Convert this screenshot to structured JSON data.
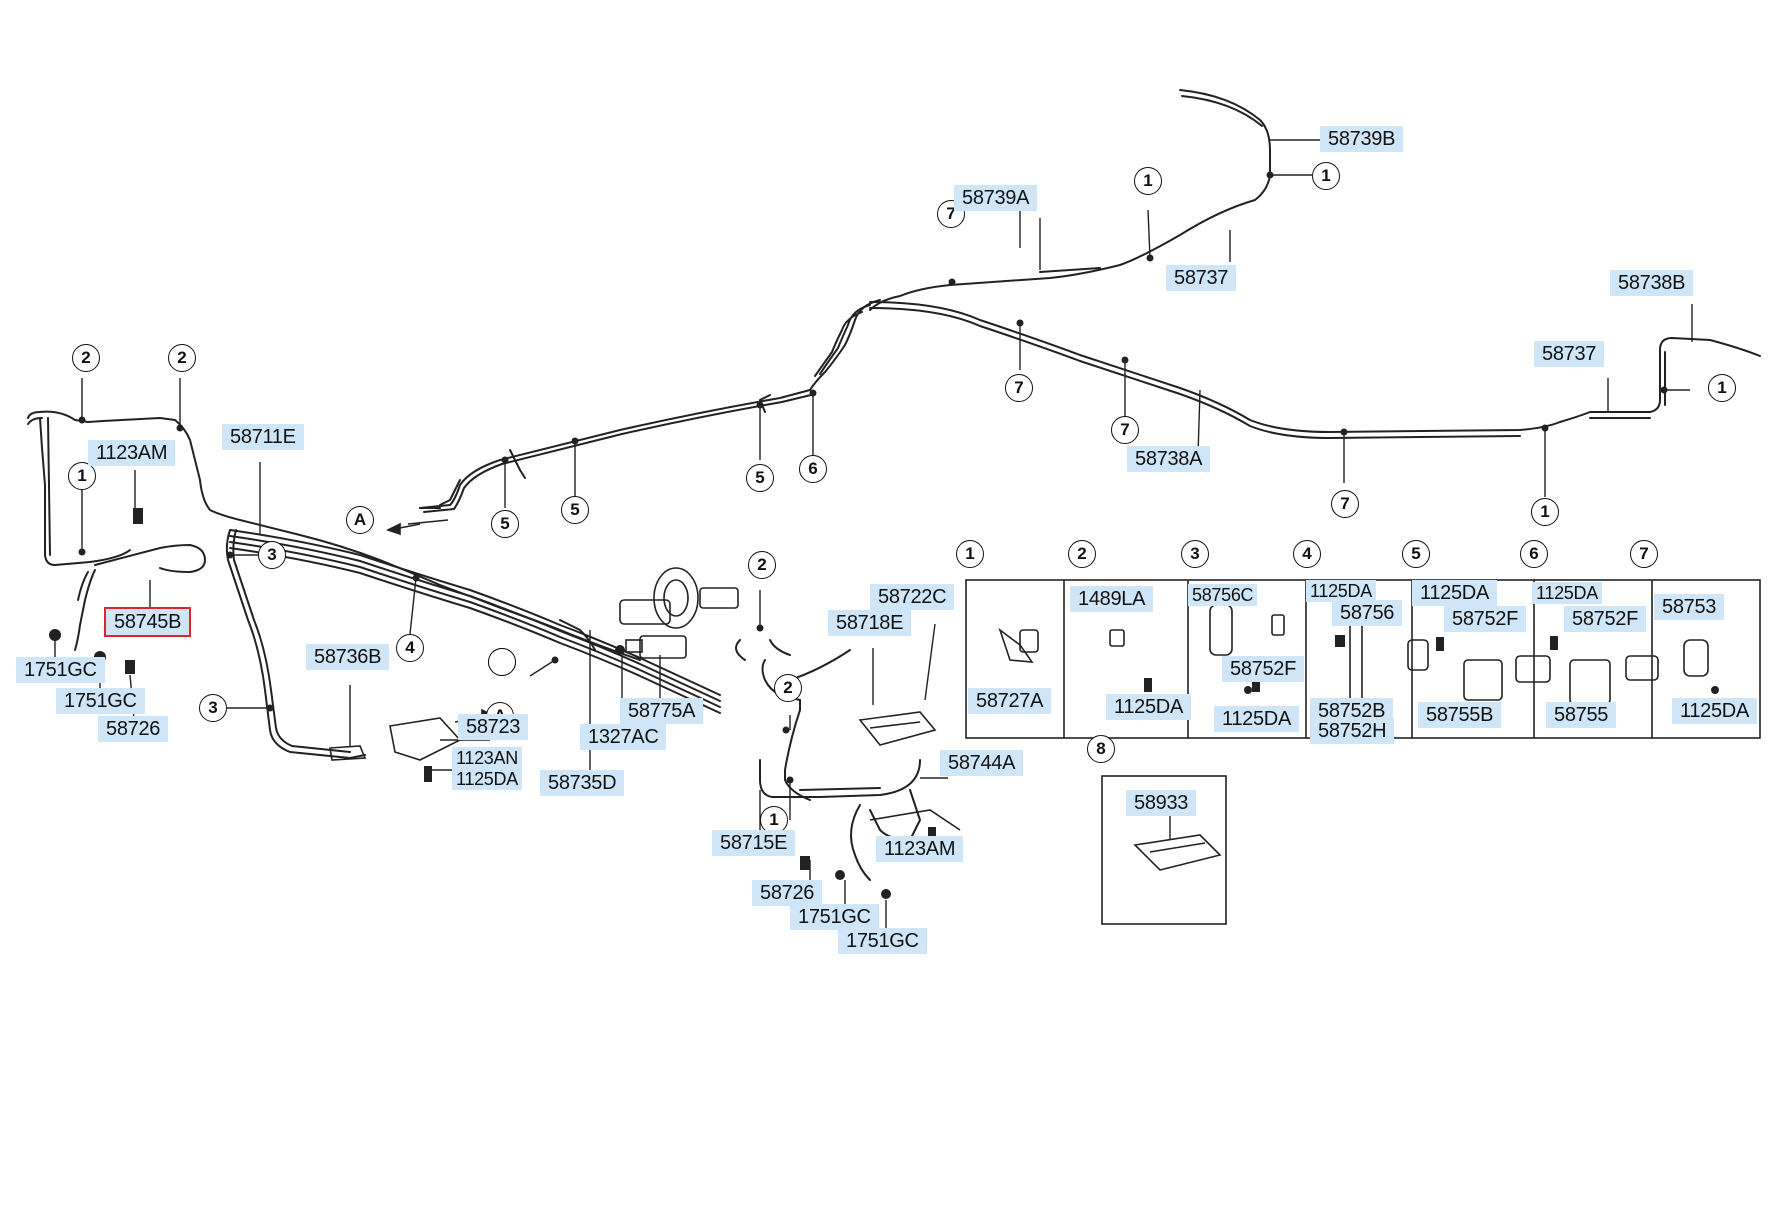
{
  "labels": {
    "p58739B": "58739B",
    "p58739A": "58739A",
    "p58737a": "58737",
    "p58738B": "58738B",
    "p58737b": "58737",
    "p58738A": "58738A",
    "p58711E": "58711E",
    "p1123AMa": "1123AM",
    "p58745B": "58745B",
    "p1751GCa": "1751GC",
    "p1751GCb": "1751GC",
    "p58726a": "58726",
    "p58736B": "58736B",
    "p58723": "58723",
    "p1123AN": "1123AN",
    "p1125DAa": "1125DA",
    "p58735D": "58735D",
    "p1327AC": "1327AC",
    "p58775A": "58775A",
    "p58718E": "58718E",
    "p58722C": "58722C",
    "p58744A": "58744A",
    "p58715E": "58715E",
    "p1123AMb": "1123AM",
    "p58726b": "58726",
    "p1751GCc": "1751GC",
    "p1751GCd": "1751GC",
    "p58933": "58933"
  },
  "callouts": {
    "a": "A",
    "b": "A"
  },
  "detail_table": {
    "headers": [
      "1",
      "2",
      "3",
      "4",
      "5",
      "6",
      "7"
    ],
    "cells": {
      "c1": [
        "58727A"
      ],
      "c2": [
        "1489LA",
        "1125DA"
      ],
      "c3": [
        "58756C",
        "58752F",
        "1125DA"
      ],
      "c4": [
        "1125DA",
        "58756",
        "58752B",
        "58752H"
      ],
      "c5": [
        "1125DA",
        "58752F",
        "58755B"
      ],
      "c6": [
        "1125DA",
        "58752F",
        "58755"
      ],
      "c7": [
        "58753",
        "1125DA"
      ]
    },
    "box8_header": "8"
  },
  "numbers": [
    "1",
    "2",
    "3",
    "4",
    "5",
    "6",
    "7"
  ]
}
